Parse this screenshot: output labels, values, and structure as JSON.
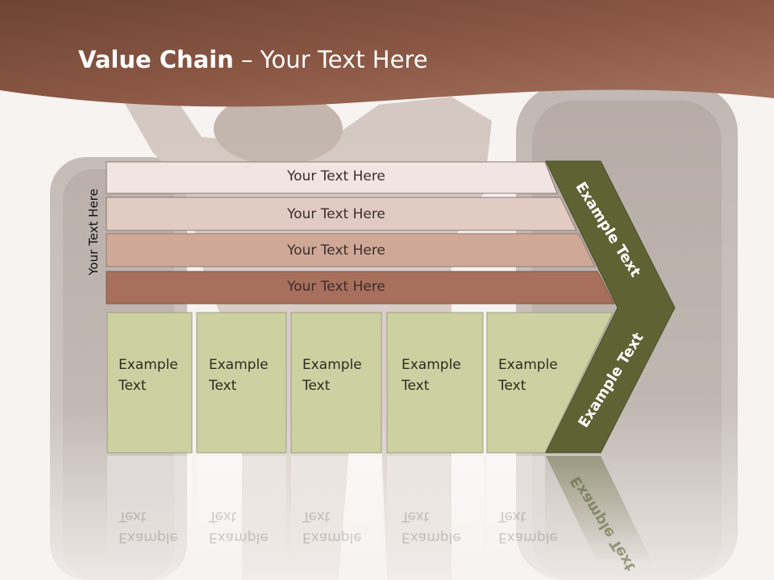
{
  "slide": {
    "title_bold": "Value Chain",
    "title_rest": " – Your Text Here"
  },
  "side_label": "Your Text Here",
  "bars": [
    {
      "label": "Your Text Here",
      "color": "#f0e5e2"
    },
    {
      "label": "Your Text Here",
      "color": "#e2cbc3"
    },
    {
      "label": "Your Text Here",
      "color": "#cfa898"
    },
    {
      "label": "Your Text Here",
      "color": "#a8705c"
    }
  ],
  "boxes": [
    {
      "label": "Example Text"
    },
    {
      "label": "Example Text"
    },
    {
      "label": "Example Text"
    },
    {
      "label": "Example Text"
    },
    {
      "label": "Example Text"
    }
  ],
  "chevron": {
    "top_label": "Example Text",
    "bottom_label": "Example Text",
    "color": "#5f6334"
  },
  "colors": {
    "header": "#8a5744",
    "box_fill": "#cdd0a0",
    "background": "#f7f3f1"
  }
}
